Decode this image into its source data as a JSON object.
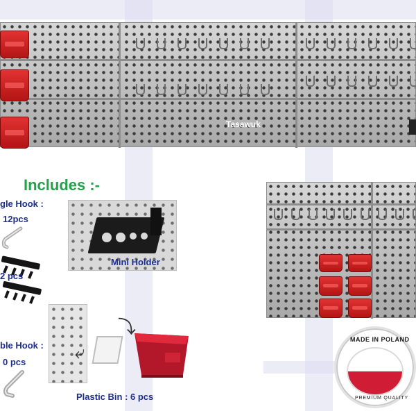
{
  "watermark": {
    "brand": "Tasawuk"
  },
  "includes": {
    "title": "Includes :-",
    "single_hook": {
      "label": "gle Hook :",
      "count": "12pcs"
    },
    "multi_hook": {
      "count": "2 pcs"
    },
    "double_hook": {
      "label": "ble Hook :",
      "count": "0 pcs"
    },
    "mini_holder": {
      "label": "Mini Holder"
    },
    "plastic_bin": {
      "label": "Plastic Bin : 6 pcs"
    }
  },
  "badge": {
    "top_text": "MADE IN POLAND",
    "bottom_text": "PREMIUM QUALITY"
  },
  "colors": {
    "accent_green": "#22a34a",
    "label_blue": "#1d2e8f",
    "bin_red": "#d42121",
    "flag_red": "#d01c34"
  },
  "icons": [
    "single-hook-icon",
    "multi-hook-icon",
    "double-hook-icon",
    "arrow-icon"
  ]
}
